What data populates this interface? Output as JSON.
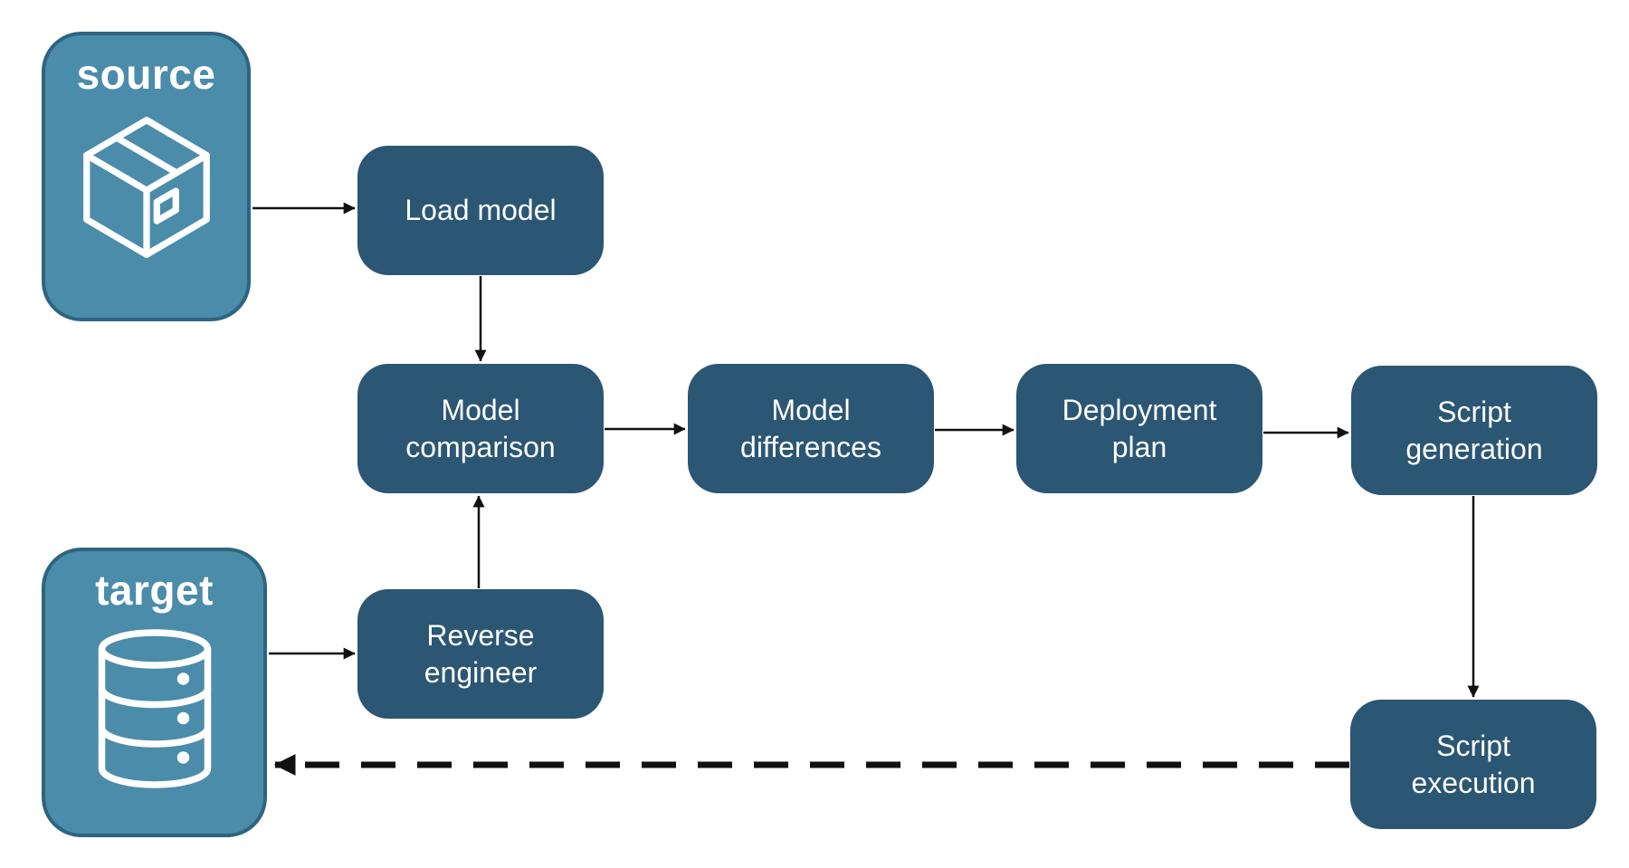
{
  "diagram": {
    "background": "#ffffff",
    "colors": {
      "container_fill": "#4a8caa",
      "container_border": "#2e6480",
      "node_fill": "#2b5674",
      "label_text": "#ffffff",
      "arrow": "#111111"
    },
    "containers": {
      "source": {
        "label": "source",
        "icon": "package-icon"
      },
      "target": {
        "label": "target",
        "icon": "database-icon"
      }
    },
    "nodes": {
      "load_model": {
        "label": "Load model"
      },
      "model_comparison": {
        "label": "Model comparison"
      },
      "model_differences": {
        "label": "Model differences"
      },
      "deployment_plan": {
        "label": "Deployment plan"
      },
      "script_generation": {
        "label": "Script generation"
      },
      "reverse_engineer": {
        "label": "Reverse engineer"
      },
      "script_execution": {
        "label": "Script execution"
      }
    },
    "edges": [
      {
        "from": "source",
        "to": "load_model",
        "style": "solid"
      },
      {
        "from": "load_model",
        "to": "model_comparison",
        "style": "solid"
      },
      {
        "from": "target",
        "to": "reverse_engineer",
        "style": "solid"
      },
      {
        "from": "reverse_engineer",
        "to": "model_comparison",
        "style": "solid"
      },
      {
        "from": "model_comparison",
        "to": "model_differences",
        "style": "solid"
      },
      {
        "from": "model_differences",
        "to": "deployment_plan",
        "style": "solid"
      },
      {
        "from": "deployment_plan",
        "to": "script_generation",
        "style": "solid"
      },
      {
        "from": "script_generation",
        "to": "script_execution",
        "style": "solid"
      },
      {
        "from": "script_execution",
        "to": "target",
        "style": "dashed"
      }
    ]
  }
}
